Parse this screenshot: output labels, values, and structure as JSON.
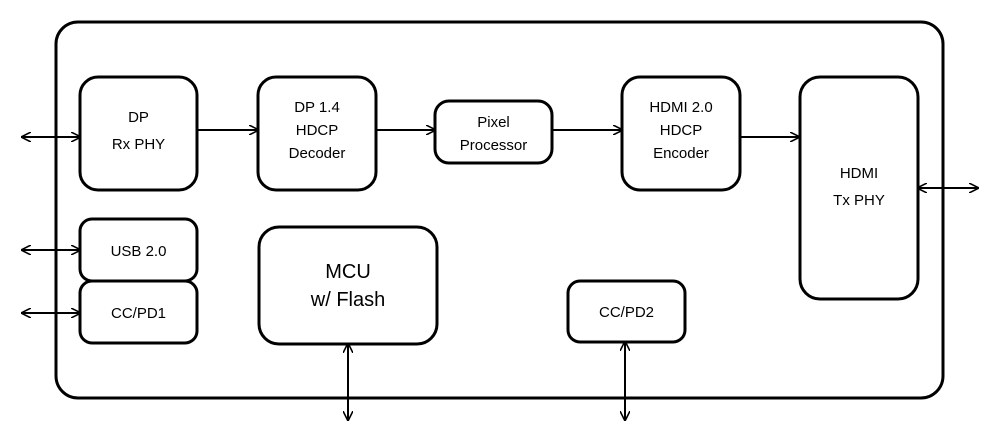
{
  "blocks": {
    "dp_rx_phy": [
      "DP",
      "Rx PHY"
    ],
    "dp_decoder": [
      "DP 1.4",
      "HDCP",
      "Decoder"
    ],
    "pixel_processor": [
      "Pixel",
      "Processor"
    ],
    "hdmi_encoder": [
      "HDMI 2.0",
      "HDCP",
      "Encoder"
    ],
    "hdmi_tx_phy": [
      "HDMI",
      "Tx PHY"
    ],
    "usb": [
      "USB 2.0"
    ],
    "ccpd1": [
      "CC/PD1"
    ],
    "mcu": [
      "MCU",
      "w/ Flash"
    ],
    "ccpd2": [
      "CC/PD2"
    ]
  },
  "colors": {
    "stroke": "#000000",
    "fill": "#ffffff"
  }
}
